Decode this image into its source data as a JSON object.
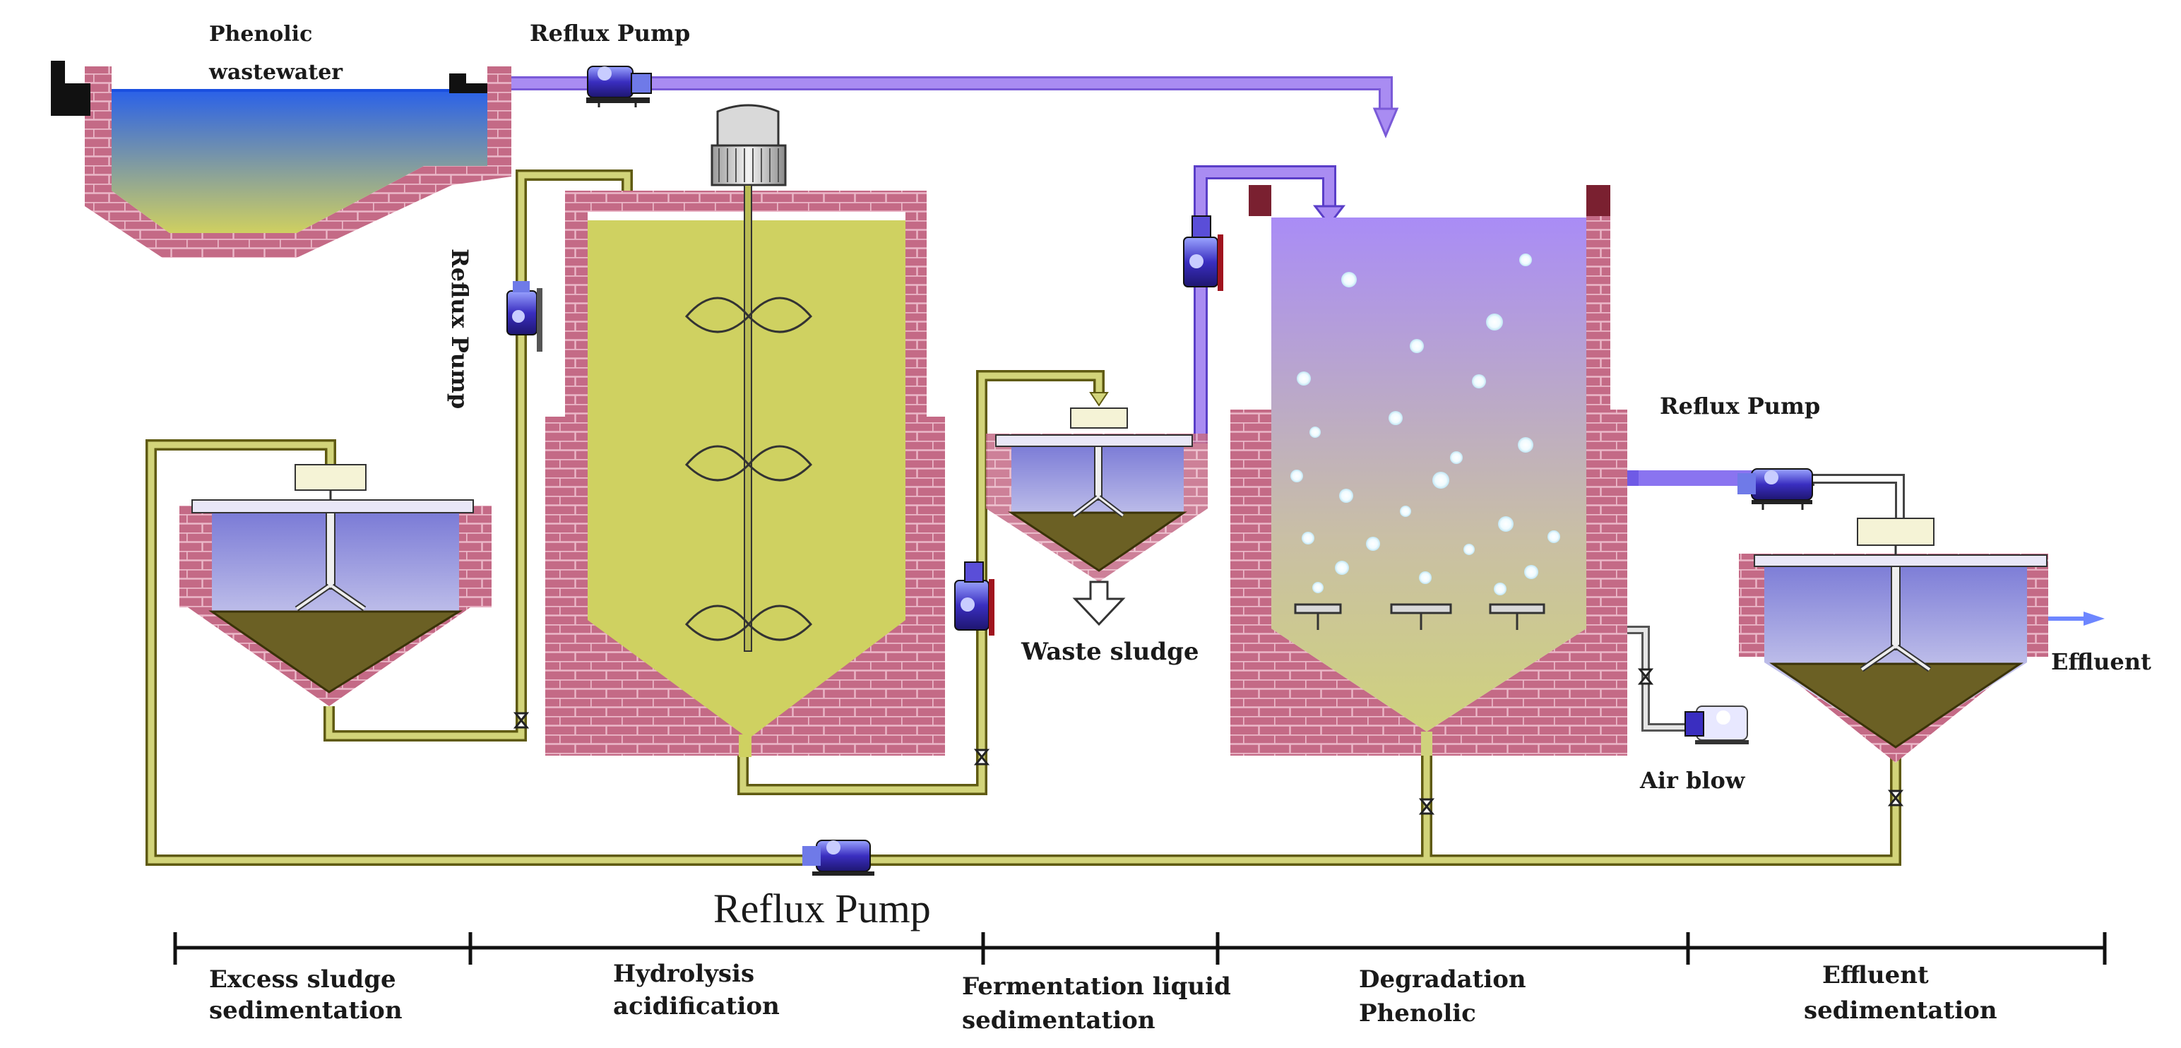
{
  "labels": {
    "phenolic_wastewater": [
      "Phenolic",
      "wastewater"
    ],
    "reflux_pump_top": "Reflux Pump",
    "reflux_pump_vertical": "Reflux Pump",
    "reflux_pump_right": "Reflux Pump",
    "reflux_pump_bottom": "Reflux Pump",
    "waste_sludge": "Waste sludge",
    "air_blow": "Air blow",
    "effluent": "Effluent"
  },
  "stages": [
    {
      "label": [
        "Excess sludge",
        "sedimentation"
      ]
    },
    {
      "label": [
        "Hydrolysis",
        "acidification"
      ]
    },
    {
      "label": [
        "Fermentation liquid",
        "sedimentation"
      ]
    },
    {
      "label": [
        "Degradation",
        "Phenolic"
      ]
    },
    {
      "label": [
        "Effluent",
        "sedimentation"
      ]
    }
  ],
  "colors": {
    "brick": "#c46a86",
    "brick_mortar": "#e8b5c5",
    "pipe_olive": "#d2d47a",
    "pipe_violet": "#a98cf2",
    "liquid_blue": "#2f63e6",
    "liquid_olive": "#cfd161",
    "sludge": "#6b6024",
    "pump": "#3a2ec0"
  }
}
